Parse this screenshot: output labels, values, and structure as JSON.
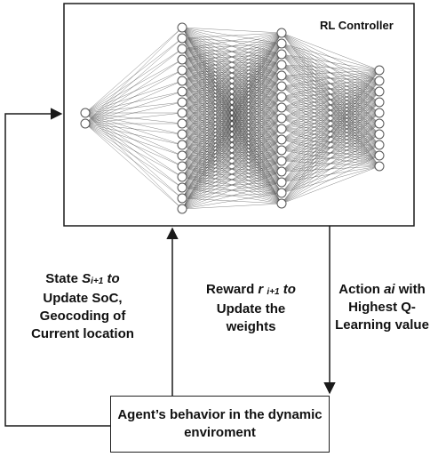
{
  "controller": {
    "title": "RL Controller",
    "network_layers": [
      2,
      18,
      17,
      10
    ]
  },
  "links": {
    "state": {
      "line1_prefix": "State ",
      "symbol": "S",
      "subscript": "i+1",
      "line1_suffix": " to",
      "line2": "Update SoC,",
      "line3": "Geocoding of",
      "line4": "Current location"
    },
    "reward": {
      "line1_prefix": "Reward ",
      "symbol": "r ",
      "subscript": "i+1",
      "line1_suffix": " to",
      "line2": "Update the",
      "line3": "weights"
    },
    "action": {
      "line1_prefix": "Action ",
      "symbol": "ai",
      "line1_suffix": " with",
      "line2": "Highest Q-",
      "line3": "Learning value"
    }
  },
  "agent": {
    "line1": "Agent’s behavior in the dynamic",
    "line2": "enviroment"
  },
  "colors": {
    "line": "#1a1a1a",
    "node_fill": "#ffffff",
    "node_stroke": "#555555",
    "edge": "#333333"
  }
}
